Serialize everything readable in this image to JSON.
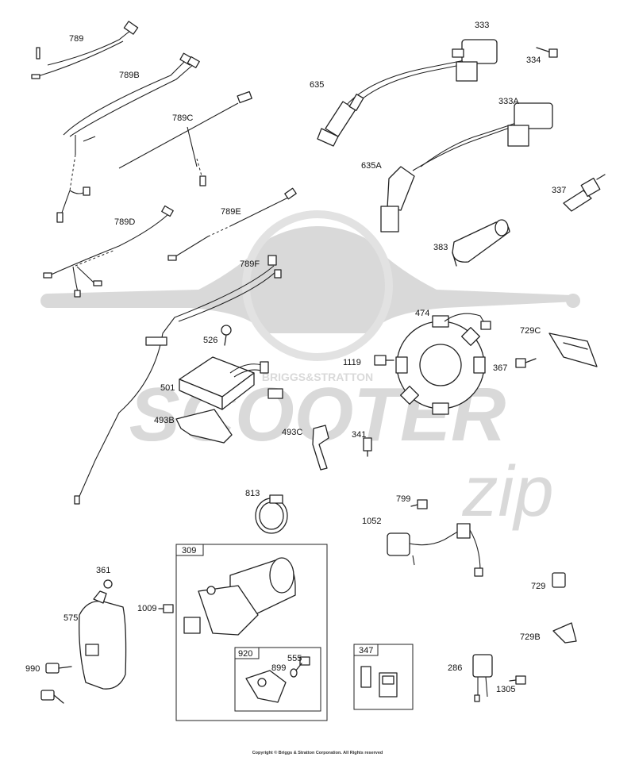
{
  "watermark": {
    "brand_arc": "BRIGGS&STRATTON",
    "word": "SCOOTER",
    "script": "zip"
  },
  "labels": {
    "p789": "789",
    "p789B": "789B",
    "p789C": "789C",
    "p789D": "789D",
    "p789E": "789E",
    "p789F": "789F",
    "p333": "333",
    "p334": "334",
    "p635": "635",
    "p333A": "333A",
    "p635A": "635A",
    "p337": "337",
    "p383": "383",
    "p474": "474",
    "p729C": "729C",
    "p367": "367",
    "p1119": "1119",
    "p526": "526",
    "p501": "501",
    "p493B": "493B",
    "p493C": "493C",
    "p341": "341",
    "p813": "813",
    "p799": "799",
    "p1052": "1052",
    "p309": "309",
    "p361": "361",
    "p1009": "1009",
    "p575": "575",
    "p920": "920",
    "p899": "899",
    "p555": "555",
    "p347": "347",
    "p729": "729",
    "p729B": "729B",
    "p286": "286",
    "p1305": "1305",
    "p990": "990"
  },
  "copyright": "Copyright © Briggs & Stratton Corporation. All Rights reserved"
}
